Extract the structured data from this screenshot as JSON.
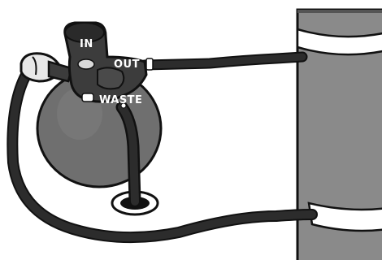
{
  "labels": {
    "in": "IN",
    "out": "OUT",
    "waste": "WASTE"
  },
  "colors": {
    "tank_body": "#8a8a8a",
    "tank_stripe": "#ffffff",
    "pump_body": "#6f6f6f",
    "valve": "#3c3c3c",
    "hose": "#2c2c2c",
    "outline": "#111111",
    "label_text": "#ffffff"
  }
}
